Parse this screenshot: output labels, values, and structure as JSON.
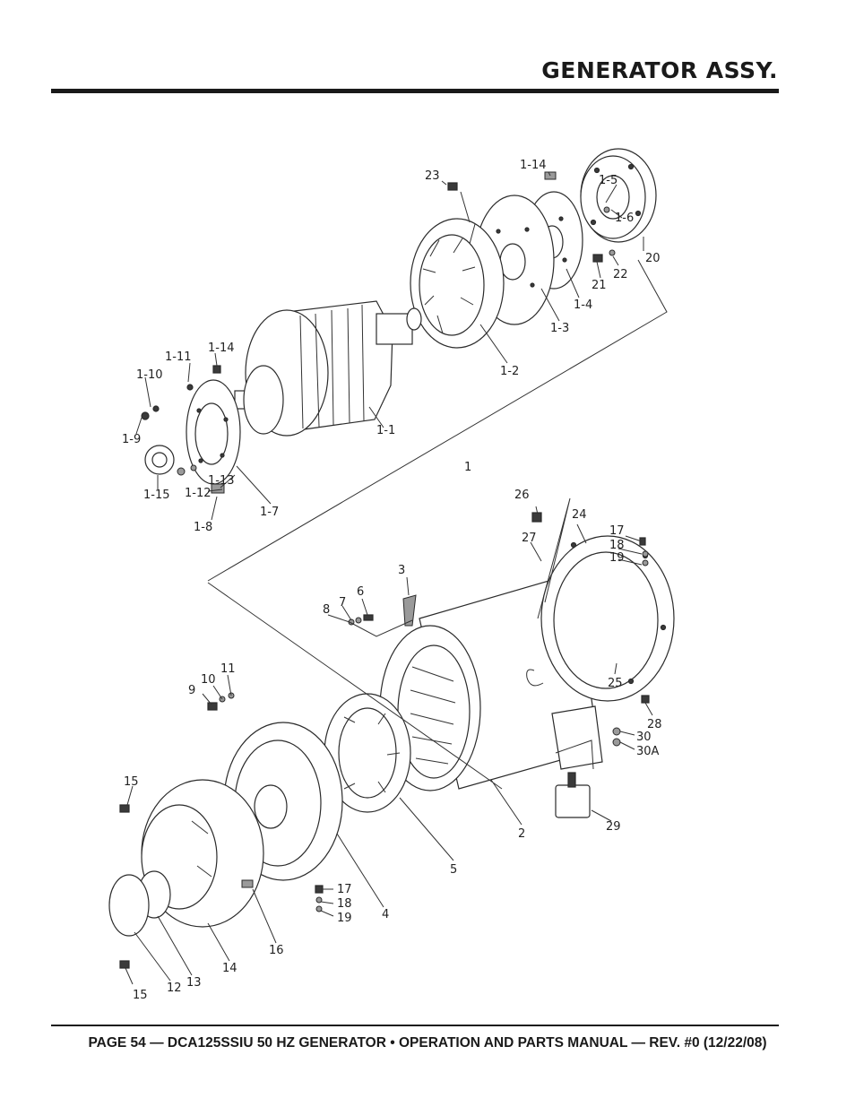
{
  "header": {
    "title": "GENERATOR ASSY."
  },
  "footer": {
    "text": "PAGE 54 — DCA125SSIU 50 HZ GENERATOR • OPERATION AND PARTS MANUAL — REV. #0 (12/22/08)"
  },
  "callouts": {
    "c23": "23",
    "c1_14a": "1-14",
    "c1_5": "1-5",
    "c1_6": "1-6",
    "c20": "20",
    "c22": "22",
    "c21": "21",
    "c1_4": "1-4",
    "c1_3": "1-3",
    "c1_2": "1-2",
    "c1_1": "1-1",
    "c1": "1",
    "c1_11": "1-11",
    "c1_14b": "1-14",
    "c1_10": "1-10",
    "c1_9": "1-9",
    "c1_15": "1-15",
    "c1_12": "1-12",
    "c1_13": "1-13",
    "c1_8": "1-8",
    "c1_7": "1-7",
    "c26": "26",
    "c24": "24",
    "c27": "27",
    "c17a": "17",
    "c18a": "18",
    "c19a": "19",
    "c3": "3",
    "c6": "6",
    "c7": "7",
    "c8": "8",
    "c25": "25",
    "c28": "28",
    "c30": "30",
    "c30a": "30A",
    "c9": "9",
    "c10": "10",
    "c11": "11",
    "c29": "29",
    "c2": "2",
    "c5": "5",
    "c4": "4",
    "c15a": "15",
    "c17b": "17",
    "c18b": "18",
    "c19b": "19",
    "c16": "16",
    "c14": "14",
    "c13": "13",
    "c12": "12",
    "c15b": "15"
  }
}
